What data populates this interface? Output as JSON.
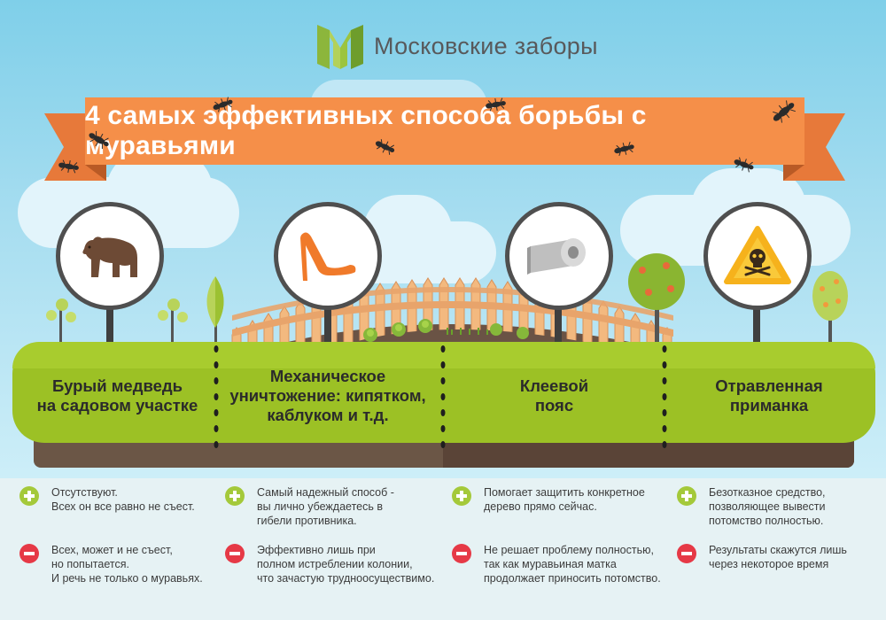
{
  "brand": {
    "name": "Московские заборы"
  },
  "title": "4 самых эффективных способа борьбы с муравьями",
  "colors": {
    "ribbon": "#f58f49",
    "band": "#9cc125",
    "plus": "#a4c93a",
    "minus": "#e63946"
  },
  "methods": [
    {
      "label": "Бурый медведь\nна садовом участке",
      "icon": "bear-icon",
      "pro": "Отсутствуют.\nВсех он все равно не съест.",
      "con": "Всех, может и не съест,\nно попытается.\nИ речь не только о муравьях."
    },
    {
      "label": "Механическое\nуничтожение: кипятком,\nкаблуком и т.д.",
      "icon": "high-heel-shoe-icon",
      "pro": "Самый надежный способ -\nвы лично убеждаетесь в\nгибели противника.",
      "con": "Эффективно лишь при\nполном истреблении колонии,\nчто зачастую трудноосуществимо."
    },
    {
      "label": "Клеевой\nпояс",
      "icon": "tape-roll-icon",
      "pro": "Помогает защитить конкретное\nдерево прямо сейчас.",
      "con": "Не решает проблему полностью,\nтак как муравьиная матка\nпродолжает приносить потомство."
    },
    {
      "label": "Отравленная\nприманка",
      "icon": "poison-warning-icon",
      "pro": "Безотказное средство,\nпозволяющее вывести\nпотомство полностью.",
      "con": "Результаты скажутся лишь\nчерез некоторое время"
    }
  ]
}
